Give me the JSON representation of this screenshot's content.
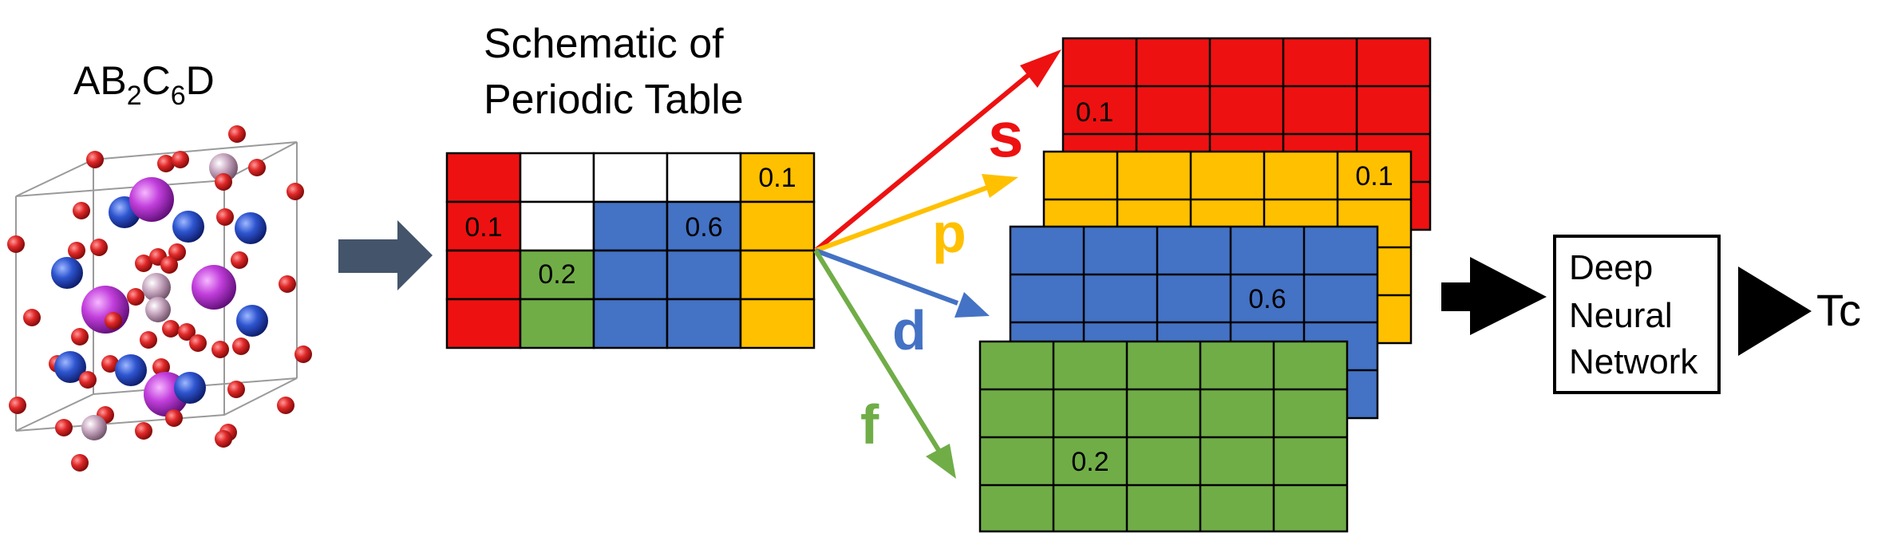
{
  "crystal": {
    "formula": {
      "base_a": "AB",
      "sub_2": "2",
      "base_c": "C",
      "sub_6": "6",
      "base_d": "D"
    }
  },
  "periodic_table": {
    "title_line1": "Schematic of",
    "title_line2": "Periodic Table",
    "values": {
      "s": "0.1",
      "p": "0.1",
      "d": "0.6",
      "f": "0.2"
    }
  },
  "orbitals": {
    "s": {
      "label": "s",
      "color": "#ee1111",
      "value": "0.1"
    },
    "p": {
      "label": "p",
      "color": "#ffc000",
      "value": "0.1"
    },
    "d": {
      "label": "d",
      "color": "#4472c4",
      "value": "0.6"
    },
    "f": {
      "label": "f",
      "color": "#70ad47",
      "value": "0.2"
    }
  },
  "colors": {
    "arrow_gray": "#44546a",
    "atom_red": "#d42020",
    "atom_blue": "#2b4fc4",
    "atom_magenta": "#c040d8",
    "atom_pink": "#c8a8c0"
  },
  "network": {
    "line1": "Deep",
    "line2": "Neural",
    "line3": "Network",
    "output": "Tc"
  }
}
